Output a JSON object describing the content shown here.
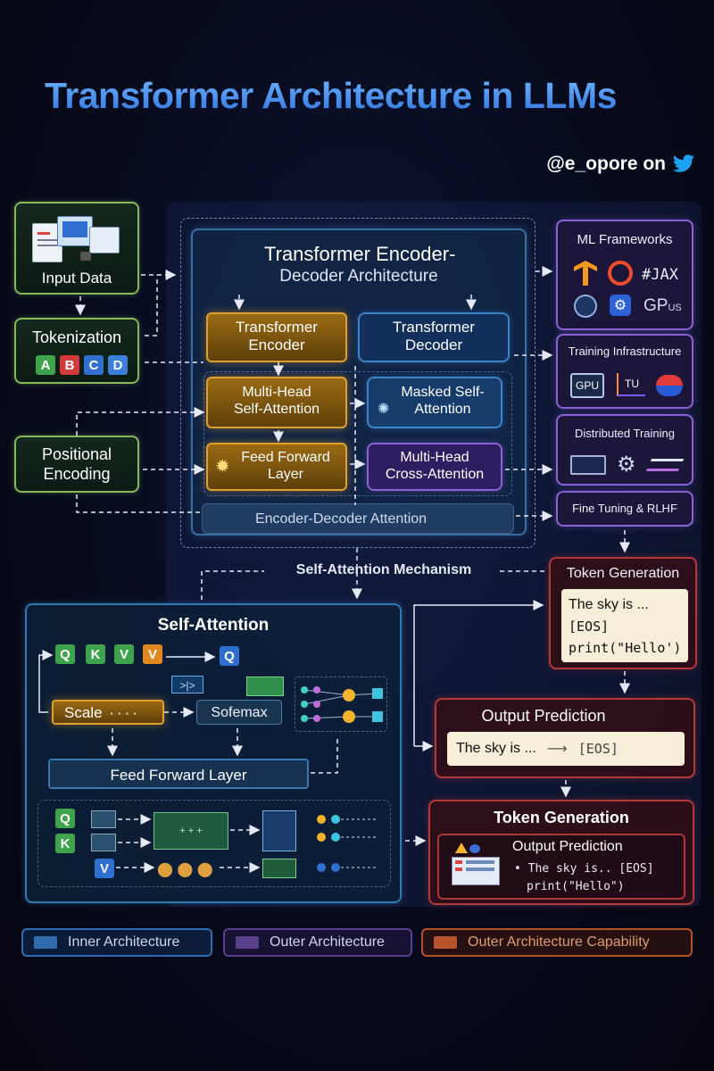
{
  "title": "Transformer Architecture in LLMs",
  "handle": "@e_opore on",
  "left": {
    "input_data": "Input Data",
    "tokenization": "Tokenization",
    "tokens": [
      "A",
      "B",
      "C",
      "D"
    ],
    "positional": "Positional\nEncoding"
  },
  "center": {
    "title_line1": "Transformer Encoder-",
    "title_line2": "Decoder Architecture",
    "encoder": "Transformer\nEncoder",
    "decoder": "Transformer\nDecoder",
    "mhsa": "Multi-Head\nSelf-Attention",
    "masked": "Masked Self-\nAttention",
    "ffl": "Feed Forward\nLayer",
    "cross": "Multi-Head\nCross-Attention",
    "encdec": "Encoder-Decoder Attention",
    "mechanism": "Self-Attention Mechanism"
  },
  "right": {
    "ml_frameworks": "ML Frameworks",
    "jax": "#JAX",
    "gp": "GP",
    "gp_sub": "US",
    "training_infra": "Training Infrastructure",
    "gpu": "GPU",
    "tu": "TU",
    "distributed": "Distributed Training",
    "finetune": "Fine Tuning & RLHF",
    "token_gen": "Token Generation",
    "token_lines": [
      "The sky is ...",
      "[EOS]",
      "print(\"Hello')"
    ],
    "output_pred": "Output Prediction",
    "output_text": "The sky is ...",
    "output_eos": "[EOS]"
  },
  "self_attention": {
    "title": "Self-Attention",
    "q": "Q",
    "k": "K",
    "v": "V",
    "v2": "V",
    "q2": "Q",
    "scale": "Scale",
    "softmax": "Sofemax",
    "ffl": "Feed Forward Layer",
    "q3": "Q",
    "k3": "K",
    "v3": "V"
  },
  "final": {
    "title": "Token Generation",
    "subtitle": "Output Prediction",
    "line1": "• The sky is.. [EOS]",
    "line2": "print(\"Hello\")"
  },
  "legend": {
    "inner": "Inner  Architecture",
    "outer": "Outer Architecture",
    "capability": "Outer Architecture Capability"
  },
  "colors": {
    "inner": "#2f6db0",
    "outer": "#5a3f8c",
    "capability": "#b5532a"
  }
}
